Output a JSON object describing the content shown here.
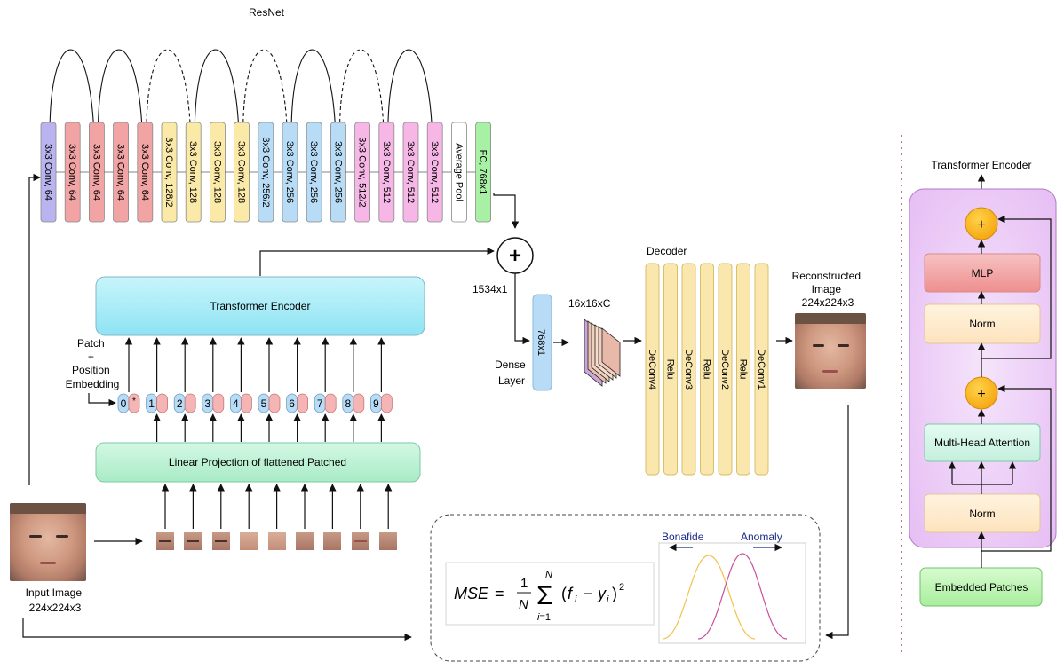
{
  "resnet": {
    "title": "ResNet",
    "layers": [
      "3x3 Conv, 64",
      "3x3 Conv, 64",
      "3x3 Conv, 64",
      "3x3 Conv, 64",
      "3x3 Conv, 64",
      "3x3 Conv, 128/2",
      "3x3 Conv, 128",
      "3x3 Conv, 128",
      "3x3 Conv, 128",
      "3x3 Conv, 256/2",
      "3x3 Conv, 256",
      "3x3 Conv, 256",
      "3x3 Conv, 256",
      "3x3 Conv, 512/2",
      "3x3 Conv, 512",
      "3x3 Conv, 512",
      "3x3 Conv, 512",
      "Average Pool",
      "FC, 768x1"
    ]
  },
  "vit": {
    "transformer_encoder": "Transformer Encoder",
    "linear_projection": "Linear Projection of flattened Patched",
    "patch_embedding": [
      "Patch",
      "+",
      "Position",
      "Embedding"
    ],
    "tokens": [
      "0",
      "1",
      "2",
      "3",
      "4",
      "5",
      "6",
      "7",
      "8",
      "9"
    ],
    "cls_marker": "*"
  },
  "input": {
    "label_line1": "Input Image",
    "label_line2": "224x224x3"
  },
  "fusion": {
    "concat_size": "1534x1",
    "dense_size": "768x1",
    "dense_label_line1": "Dense",
    "dense_label_line2": "Layer",
    "feature_map": "16x16xC"
  },
  "decoder": {
    "title": "Decoder",
    "layers": [
      "DeConv4",
      "Relu",
      "DeConv3",
      "Relu",
      "DeConv2",
      "Relu",
      "DeConv1"
    ]
  },
  "output": {
    "label_line1": "Reconstructed",
    "label_line2": "Image",
    "label_line3": "224x224x3"
  },
  "loss": {
    "formula": "MSE = 1/N Σ_{i=1}^{N} (f_i − y_i)^2",
    "bonafide": "Bonafide",
    "anomaly": "Anomaly"
  },
  "encoder_detail": {
    "title": "Transformer Encoder",
    "mlp": "MLP",
    "norm_top": "Norm",
    "attention": "Multi-Head Attention",
    "norm_bottom": "Norm",
    "embedded": "Embedded Patches",
    "plus": "+"
  },
  "colors": {
    "purple": "#b9b4ef",
    "red": "#f2a3a3",
    "yellow": "#fbeaa7",
    "blue": "#b8dcf6",
    "pink": "#f6b6e6",
    "green": "#a8f0a4",
    "cyan": "#a5ecf6",
    "teal_light": "#cfeee1",
    "decoder": "#f9e7ae",
    "orange": "#f8b214"
  }
}
